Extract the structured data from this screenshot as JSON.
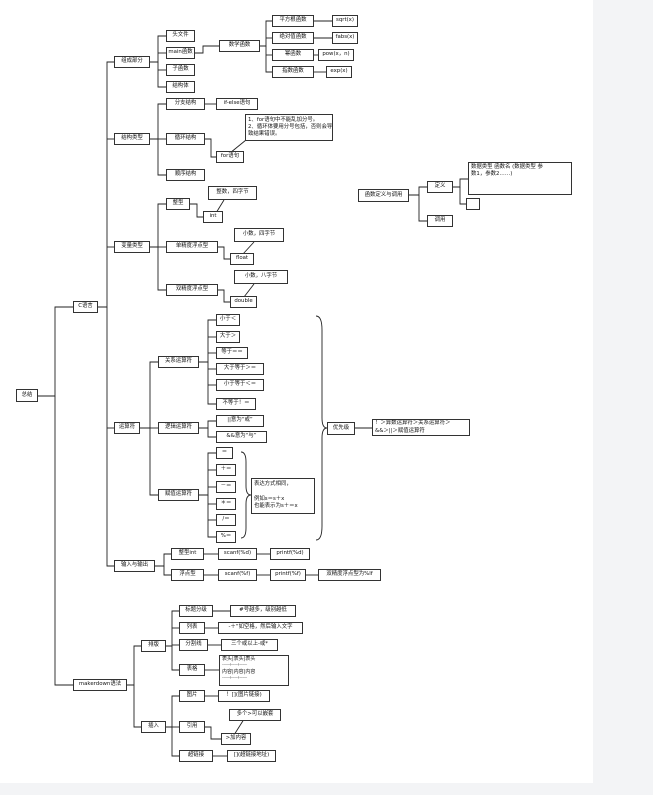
{
  "mindmap": {
    "root": "总结",
    "c": "C语言",
    "composition": {
      "label": "组成部分",
      "items": [
        "头文件",
        "main函数",
        "子函数",
        "结构体"
      ]
    },
    "math": {
      "label": "数学函数",
      "items": [
        {
          "name": "平方根函数",
          "fn": "sqrt(x)"
        },
        {
          "name": "绝对值函数",
          "fn": "fabs(x)"
        },
        {
          "name": "幂函数",
          "fn": "pow(x，n)"
        },
        {
          "name": "指数函数",
          "fn": "exp(x)"
        }
      ]
    },
    "structure": {
      "label": "结构类型",
      "branch": "分支结构",
      "ifelse": "if-else语句",
      "loop": "循环结构",
      "note": "1、for语句中不能乱加分号。\n2、循环体要用分号包括，否则会导\n致结果错误。",
      "forstmt": "for语句",
      "seq": "顺序结构"
    },
    "vartype": {
      "label": "变量类型",
      "int_t": "整型",
      "int_kw": "int",
      "int_note": "整数，四字节",
      "float_t": "单精度浮点型",
      "float_kw": "float",
      "float_note": "小数，四字节",
      "double_t": "双精度浮点型",
      "double_kw": "double",
      "double_note": "小数，八字节"
    },
    "ops": {
      "label": "运算符",
      "relational": "关系运算符",
      "rel_items": [
        "小于＜",
        "大于＞",
        "等于＝＝",
        "大于等于＞＝",
        "小于等于＜＝",
        "不等于！＝"
      ],
      "logical": "逻辑运算符",
      "log_items": [
        "||意为“或”",
        "&&意为“与”"
      ],
      "assign": "赋值运算符",
      "asg_items": [
        "＝",
        "＋＝",
        "－＝",
        "＊＝",
        "/＝",
        "%＝"
      ],
      "assign_note": "表达方式相同，\n\n例如s＝s＋x\n也能表示为s＋＝x",
      "priority": "优先级",
      "priority_note": "！＞算数运算符＞关系运算符＞\n&&＞||＞赋值运算符"
    },
    "io": {
      "label": "输入与输出",
      "int_row": "整型int",
      "scanf_d": "scanf(%d)",
      "printf_d": "printf(%d)",
      "float_row": "浮点型",
      "scanf_f": "scanf(%f)",
      "printf_f": "printf(%f)",
      "float_note": "双精度浮点型为%lf"
    },
    "md": {
      "label": "makerdown语法",
      "layout": "排版",
      "heading": "标题分级",
      "heading_note": "#号越多，级别越低",
      "list": "列表",
      "list_note": "-＋“如空格，然后输入文字",
      "divider": "分割线",
      "divider_note": "三个或以上-或*",
      "table": "表格",
      "table_cells": [
        "表头|表头|表头",
        "----------|----------|----------",
        "内容|内容|内容",
        "----------|----------|----------"
      ],
      "insert": "插入",
      "image": "图片",
      "image_note": "！[](图片链接)",
      "quote": "引用",
      "quote_note": "多个>可以嵌套",
      "quote_inner": ">加内容",
      "link": "超链接",
      "link_note": "[](超链接地址)"
    }
  },
  "funcdef": {
    "label": "函数定义与调用",
    "define": "定义",
    "define_note": "数据类型 函数名 (数据类型 参\n数1，参数2……)",
    "call": "调用"
  }
}
